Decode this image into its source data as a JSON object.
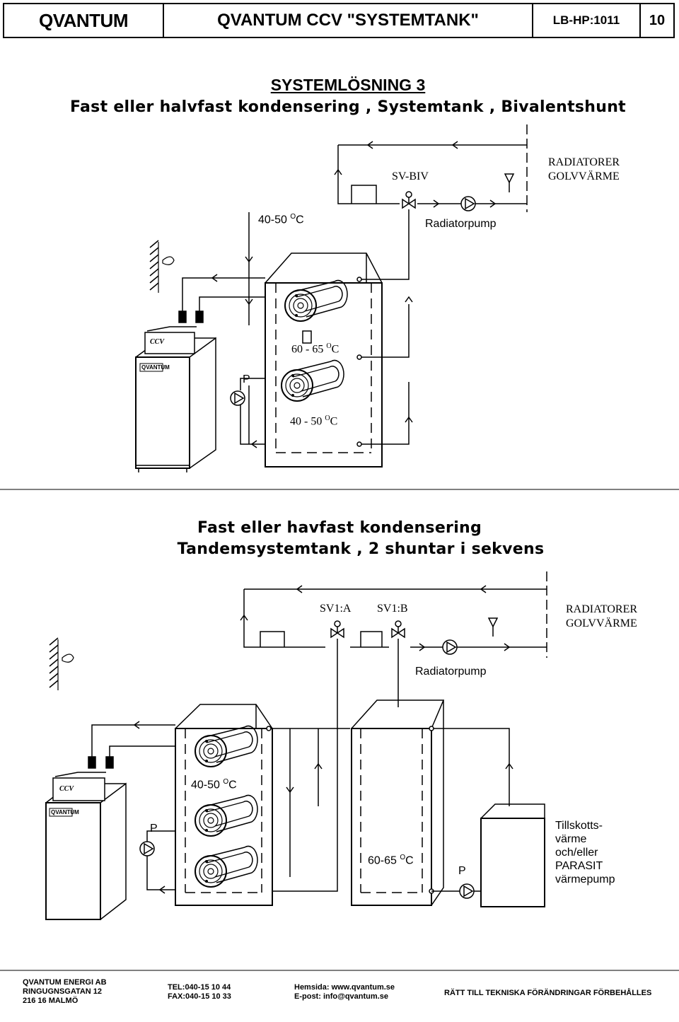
{
  "header": {
    "logo": "QVANTUM",
    "title": "QVANTUM CCV \"SYSTEMTANK\"",
    "code": "LB-HP:1011",
    "page": "10"
  },
  "section1": {
    "title": "SYSTEMLÖSNING 3",
    "subtitle": "Fast eller halvfast kondensering , Systemtank , Bivalentshunt",
    "valve": "SV-BIV",
    "radiatorer": "RADIATORER",
    "golvvarme": "GOLVVÄRME",
    "temp_supply": "40-50 ",
    "temp_supply_unit": "C",
    "pump": "Radiatorpump",
    "ccv": "CCV",
    "unit_logo": "QVANTUM",
    "temp_top": "60 - 65 ",
    "temp_top_unit": "C",
    "pump_p": "P",
    "temp_bottom": "40 - 50 ",
    "temp_bottom_unit": "C"
  },
  "section2": {
    "title": "Fast eller havfast kondensering",
    "subtitle": "Tandemsystemtank , 2 shuntar i sekvens",
    "valve_a": "SV1:A",
    "valve_b": "SV1:B",
    "radiatorer": "RADIATORER",
    "golvvarme": "GOLVVÄRME",
    "pump": "Radiatorpump",
    "ccv": "CCV",
    "unit_logo": "QVANTUM",
    "temp_tank1": "40-50 ",
    "temp_tank1_unit": "C",
    "pump_p": "P",
    "temp_tank2": "60-65 ",
    "temp_tank2_unit": "C",
    "pump_p2": "P",
    "aux": [
      "Tillskotts-",
      "värme",
      "och/eller",
      "PARASIT",
      "värmepump"
    ]
  },
  "footer": {
    "company": [
      "QVANTUM ENERGI AB",
      "RINGUGNSGATAN 12",
      "216 16  MALMÖ"
    ],
    "phone": [
      "TEL:040-15 10 44",
      "FAX:040-15 10 33"
    ],
    "web": [
      "Hemsida: www.qvantum.se",
      "E-post:   info@qvantum.se"
    ],
    "notice": "RÄTT TILL TEKNISKA FÖRÄNDRINGAR FÖRBEHÅLLES"
  }
}
